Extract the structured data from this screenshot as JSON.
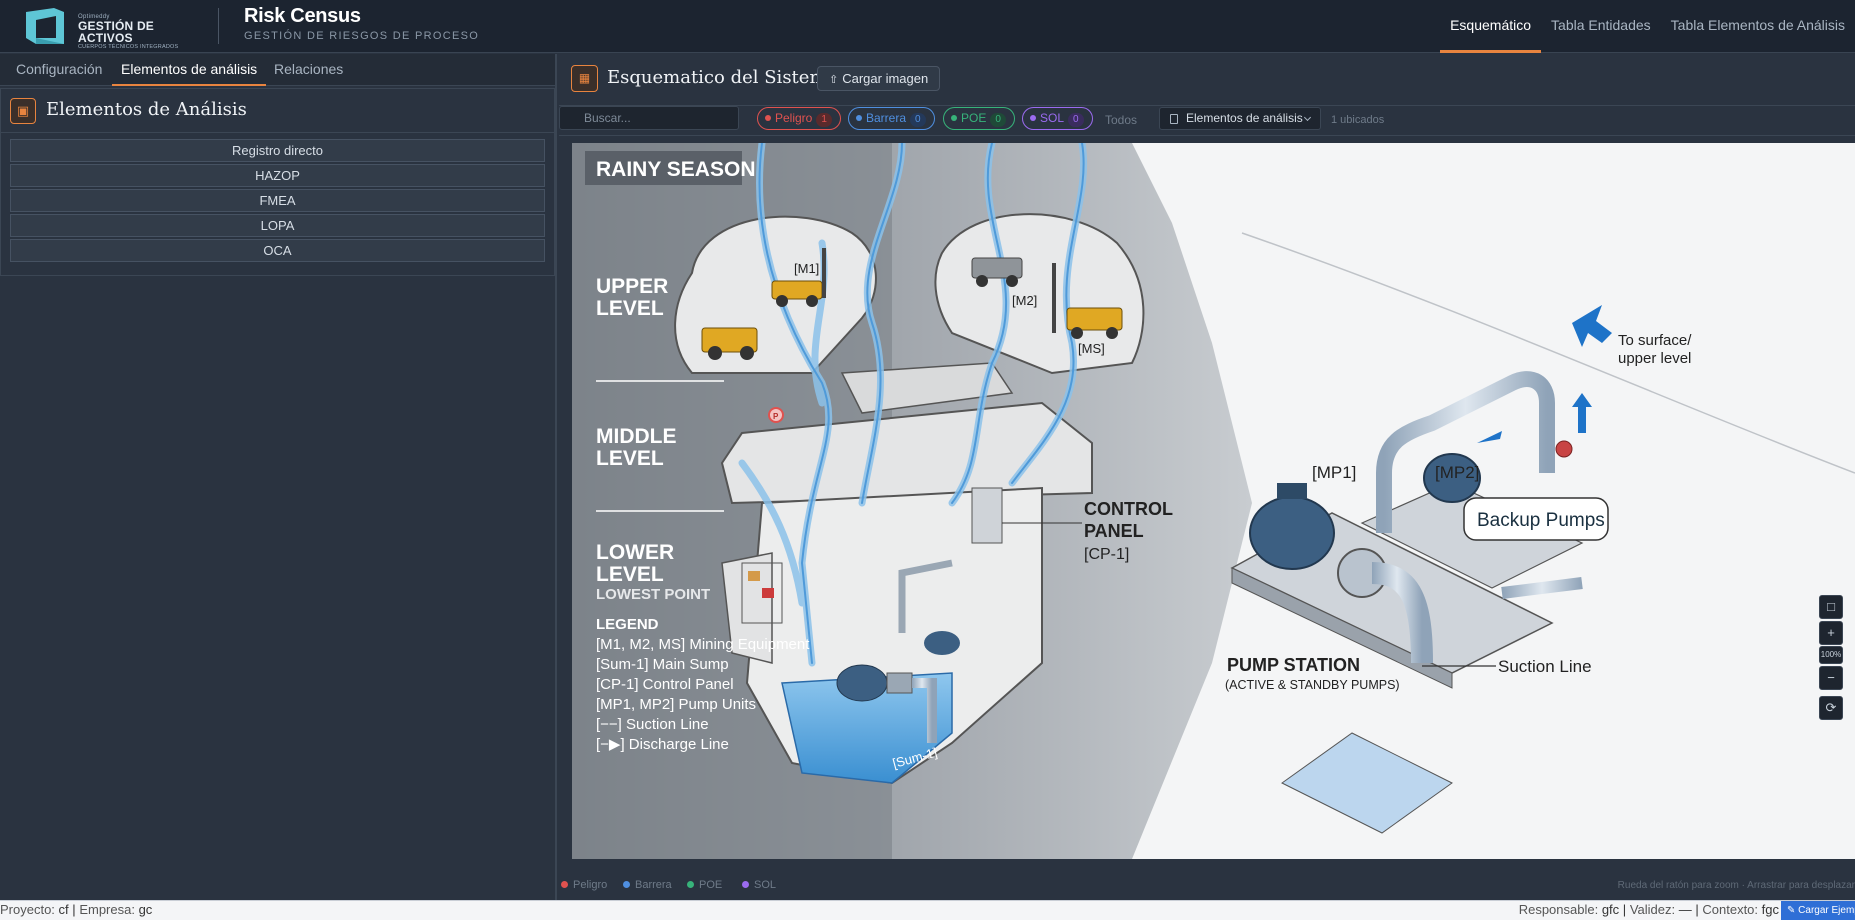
{
  "header": {
    "logo": {
      "tiny": "Optimeddy",
      "main": "GESTIÓN DE ACTIVOS",
      "sub": "CUERPOS TÉCNICOS INTEGRADOS"
    },
    "title": "Risk Census",
    "subtitle": "GESTIÓN DE RIESGOS DE PROCESO",
    "nav": [
      "Esquemático",
      "Tabla Entidades",
      "Tabla Elementos de Análisis"
    ],
    "active_nav": "Esquemático"
  },
  "left_panel": {
    "tabs": [
      "Configuración",
      "Elementos de análisis",
      "Relaciones"
    ],
    "active_tab": "Elementos de análisis",
    "title": "Elementos de Análisis",
    "methods": [
      "Registro directo",
      "HAZOP",
      "FMEA",
      "LOPA",
      "OCA"
    ]
  },
  "right_panel": {
    "title": "Esquematico del Sistema",
    "load_button": "Cargar imagen",
    "search_placeholder": "Buscar...",
    "filters": [
      {
        "label": "Peligro",
        "count": "1",
        "color": "#e0524f"
      },
      {
        "label": "Barrera",
        "count": "0",
        "color": "#4f8fe0"
      },
      {
        "label": "POE",
        "count": "0",
        "color": "#37b37a"
      },
      {
        "label": "SOL",
        "count": "0",
        "color": "#9b6bf0"
      }
    ],
    "todos": "Todos",
    "dropdown": "Elementos de análisis",
    "located": "1 ubicados",
    "hint": "Rueda del ratón para zoom · Arrastrar para desplazar",
    "zoom_label": "100%",
    "legend": [
      {
        "label": "Peligro",
        "color": "#e0524f"
      },
      {
        "label": "Barrera",
        "color": "#4f8fe0"
      },
      {
        "label": "POE",
        "color": "#37b37a"
      },
      {
        "label": "SOL",
        "color": "#9b6bf0"
      }
    ]
  },
  "schematic": {
    "season": "RAINY SEASON",
    "levels": [
      {
        "line1": "UPPER",
        "line2": "LEVEL",
        "line3": ""
      },
      {
        "line1": "MIDDLE",
        "line2": "LEVEL",
        "line3": ""
      },
      {
        "line1": "LOWER",
        "line2": "LEVEL",
        "line3": "LOWEST POINT"
      }
    ],
    "legend_title": "LEGEND",
    "legend_items": [
      "[M1, M2, MS] Mining Equipment",
      "[Sum-1] Main Sump",
      "[CP-1] Control Panel",
      "[MP1, MP2] Pump Units",
      "[−−] Suction Line",
      "[−▶] Discharge Line"
    ],
    "labels": {
      "m1": "[M1]",
      "m2": "[M2]",
      "ms": "[MS]",
      "cp1": "CONTROL",
      "cp2": "PANEL",
      "cp3": "[CP-1]",
      "sump": "[Sum-1]",
      "mp1": "[MP1]",
      "mp2": "[MP2]",
      "backup": "Backup Pumps",
      "surface1": "To surface/",
      "surface2": "upper level",
      "station1": "PUMP STATION",
      "station2": "(ACTIVE & STANDBY PUMPS)",
      "suction": "Suction Line",
      "marker": "P"
    }
  },
  "status": {
    "proyecto_label": "Proyecto:",
    "proyecto": "cf",
    "empresa_label": "Empresa:",
    "empresa": "gc",
    "responsable_label": "Responsable:",
    "responsable": "gfc",
    "validez_label": "Validez:",
    "validez": "—",
    "contexto_label": "Contexto:",
    "contexto": "fgc",
    "example_button": "Cargar Ejemplo"
  }
}
